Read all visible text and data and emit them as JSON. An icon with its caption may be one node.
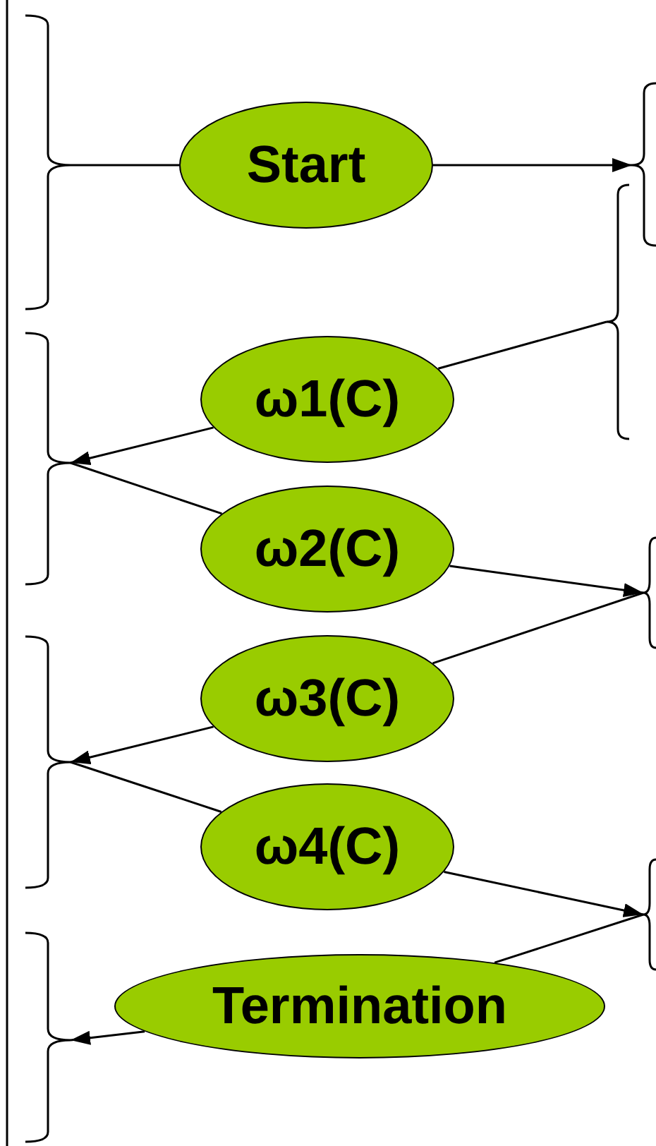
{
  "diagram": {
    "nodes": [
      {
        "text": [],
        "shape": "bracket"
      },
      {
        "text": [
          "Start"
        ]
      },
      {
        "text": [],
        "shape": "bracket"
      },
      {
        "text": [],
        "shape": "bracket"
      },
      {
        "text": [],
        "shape": "bracket"
      },
      {
        "text": [
          "ω1(C)"
        ]
      },
      {
        "text": [
          "ω2(C)"
        ]
      },
      {
        "text": [],
        "shape": "bracket"
      },
      {
        "text": [],
        "shape": "bracket"
      },
      {
        "text": [
          "ω3(C)"
        ]
      },
      {
        "text": [
          "ω4(C)"
        ]
      },
      {
        "text": [],
        "shape": "bracket"
      },
      {
        "text": [],
        "shape": "bracket"
      },
      {
        "text": [
          "Termination"
        ]
      }
    ],
    "edges": [
      {
        "from": 0,
        "to": 1,
        "arrow": "none"
      },
      {
        "from": 1,
        "to": 2,
        "arrow": "to"
      },
      {
        "from": 3,
        "to": 5,
        "arrow": "none"
      },
      {
        "from": 5,
        "to": 4,
        "arrow": "to"
      },
      {
        "from": 4,
        "to": 6,
        "arrow": "none"
      },
      {
        "from": 6,
        "to": 7,
        "arrow": "to"
      },
      {
        "from": 7,
        "to": 9,
        "arrow": "none"
      },
      {
        "from": 9,
        "to": 8,
        "arrow": "to"
      },
      {
        "from": 8,
        "to": 10,
        "arrow": "none"
      },
      {
        "from": 10,
        "to": 11,
        "arrow": "to"
      },
      {
        "from": 11,
        "to": 13,
        "arrow": "none"
      },
      {
        "from": 13,
        "to": 12,
        "arrow": "to"
      }
    ]
  }
}
